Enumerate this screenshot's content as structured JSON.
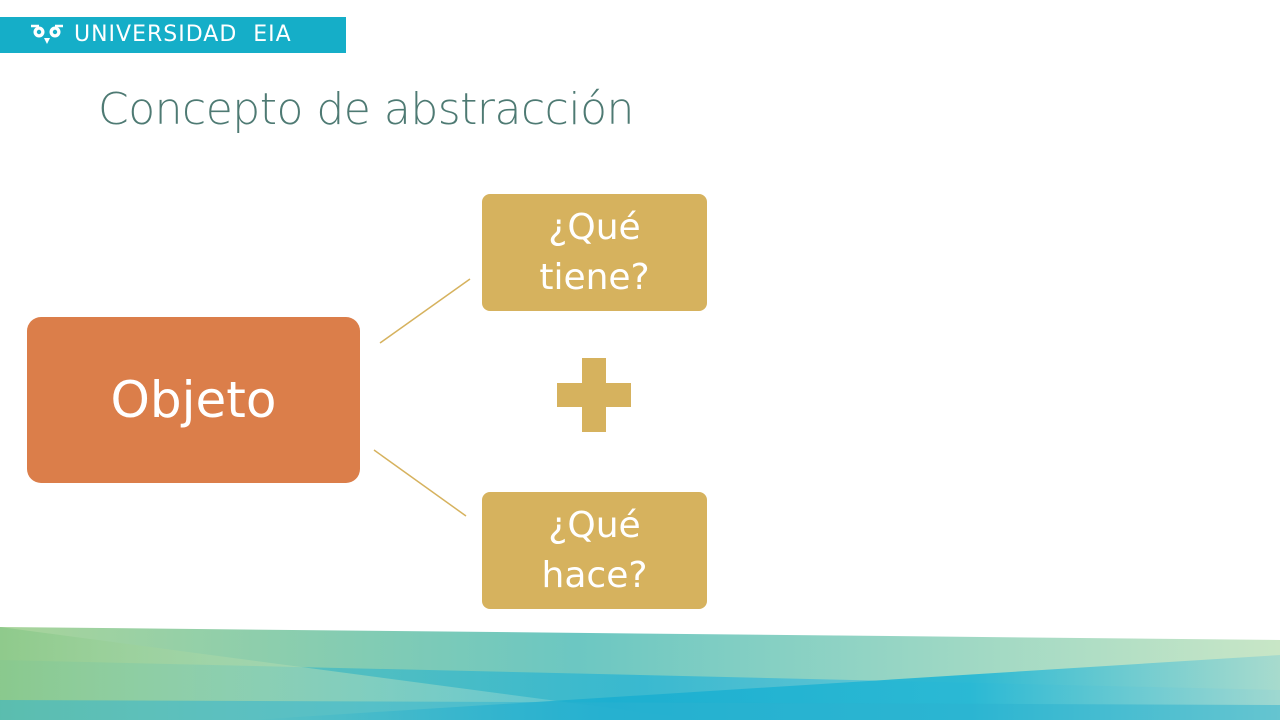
{
  "header": {
    "logo_text": "UNIVERSIDAD  EIA",
    "logo_icon": "owl-emblem-icon",
    "brand_color": "#15aec8"
  },
  "slide": {
    "title": "Concepto de abstracción"
  },
  "diagram": {
    "main_node": {
      "label": "Objeto",
      "color": "#db7e4a"
    },
    "branches": [
      {
        "label": "¿Qué tiene?",
        "color": "#d6b25e"
      },
      {
        "label": "¿Qué hace?",
        "color": "#d6b25e"
      }
    ],
    "joiner_icon": "plus-icon",
    "connector_color": "#d6b25e"
  },
  "footer": {
    "decoration": "gradient-wave-band",
    "colors": [
      "#8fc98a",
      "#48c0c8",
      "#1ab0cf",
      "#a8d8a8"
    ]
  }
}
